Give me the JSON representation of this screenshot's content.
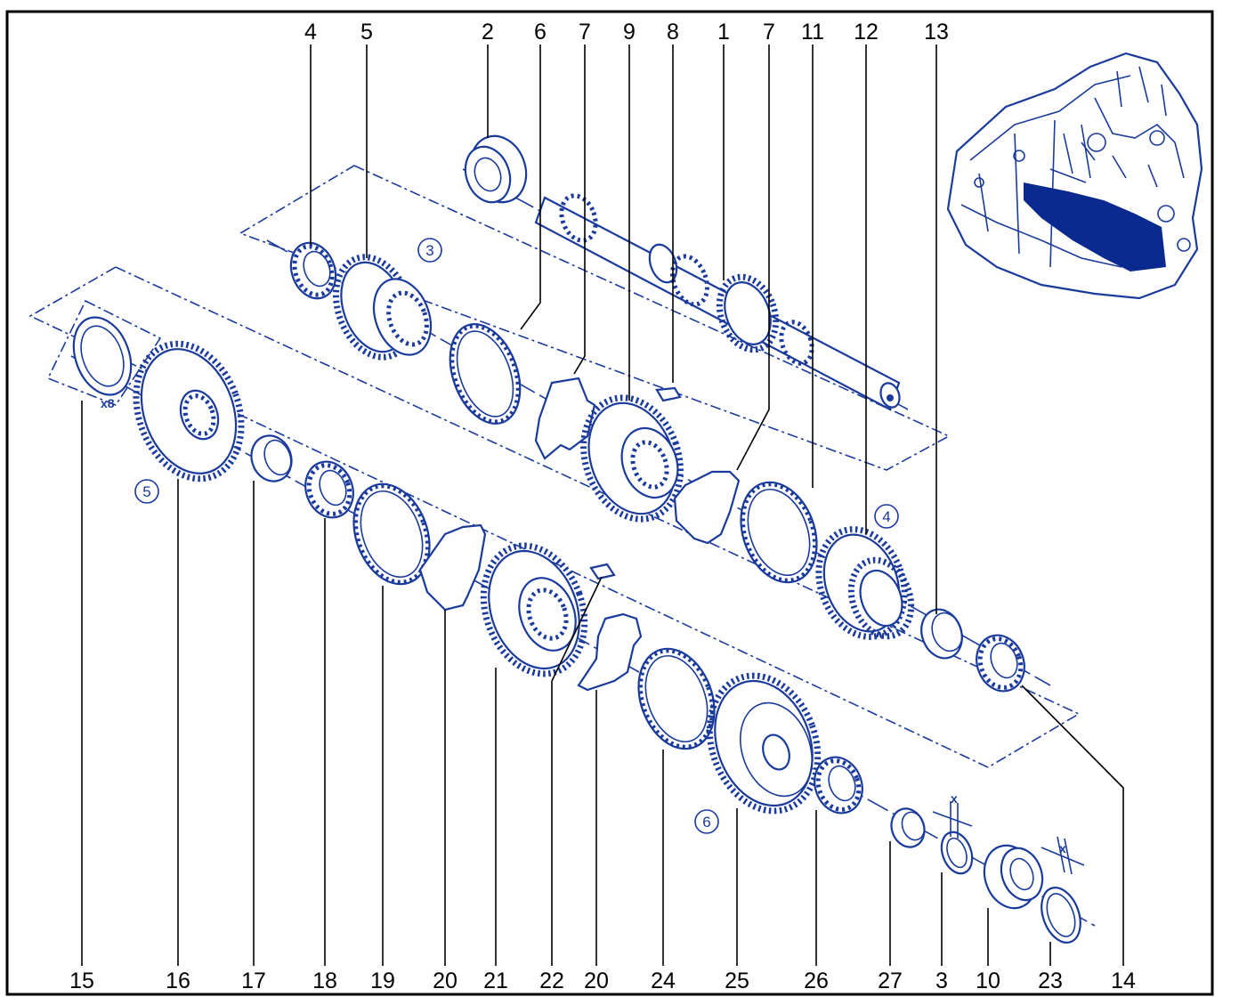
{
  "diagram": {
    "labels": {
      "top": [
        "4",
        "5",
        "2",
        "6",
        "7",
        "9",
        "8",
        "1",
        "7",
        "11",
        "12",
        "13"
      ],
      "bottom": [
        "15",
        "16",
        "17",
        "18",
        "19",
        "20",
        "21",
        "22",
        "20",
        "24",
        "25",
        "26",
        "27",
        "3",
        "10",
        "23",
        "14"
      ]
    },
    "callouts": [
      "3",
      "4",
      "5",
      "6"
    ],
    "notes": {
      "washer_qty": "x8",
      "gap_mark_1": "x",
      "gap_mark_2": "x"
    },
    "colors": {
      "line": "#1a3a9c",
      "highlight": "#0b2a8f",
      "frame": "#000000"
    }
  }
}
